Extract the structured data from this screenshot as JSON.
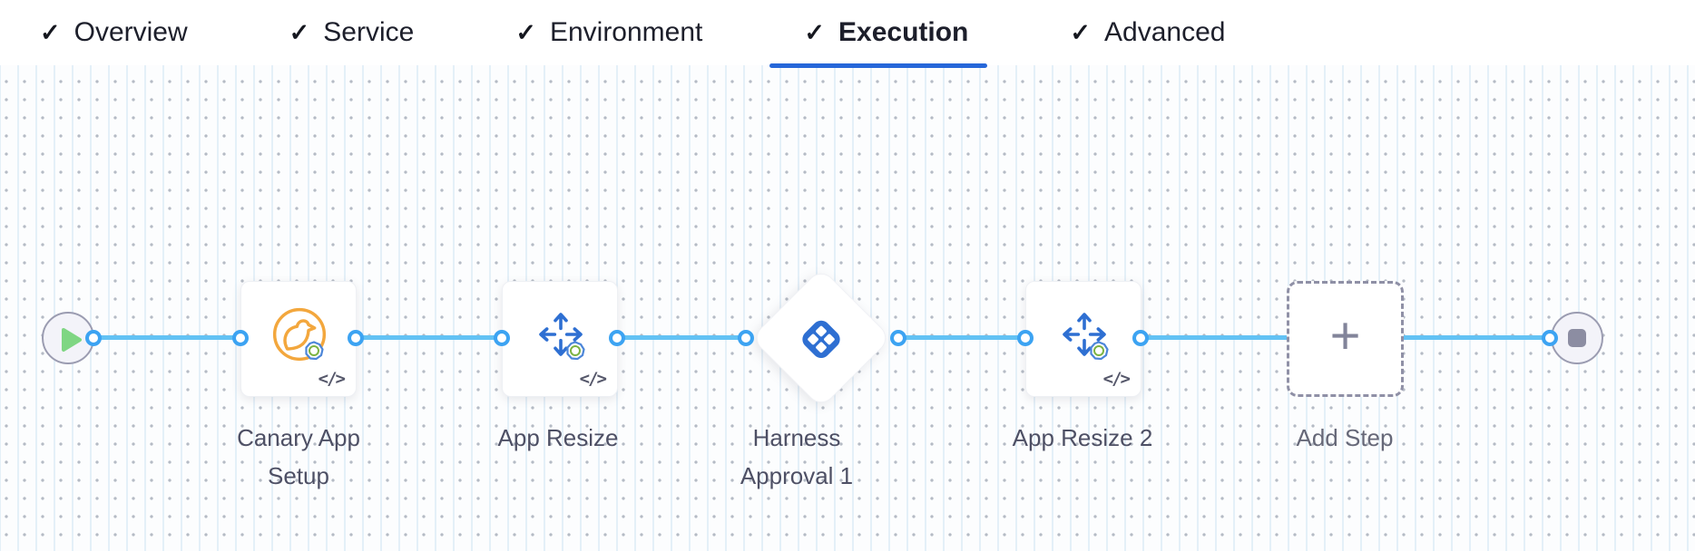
{
  "header": {
    "tabs": [
      {
        "label": "Overview",
        "checked": true,
        "active": false
      },
      {
        "label": "Service",
        "checked": true,
        "active": false
      },
      {
        "label": "Environment",
        "checked": true,
        "active": false
      },
      {
        "label": "Execution",
        "checked": true,
        "active": true
      },
      {
        "label": "Advanced",
        "checked": true,
        "active": false
      }
    ],
    "active_tab": "Execution"
  },
  "icons": {
    "check": "✓",
    "plus": "+",
    "code": "</>"
  },
  "pipeline": {
    "steps": {
      "canary": {
        "label": "Canary App Setup"
      },
      "resize": {
        "label": "App Resize"
      },
      "approval": {
        "label": "Harness Approval 1"
      },
      "resize2": {
        "label": "App Resize 2"
      },
      "add_step": {
        "label": "Add Step"
      }
    }
  },
  "colors": {
    "tab_text": "#1d1f2b",
    "active_underline": "#2667d9",
    "edge_blue": "#63c2f4",
    "port_blue": "#3ca3f2",
    "step_icon_blue": "#2e6fd2",
    "canary_orange": "#f3a73d",
    "start_green": "#7fd683",
    "stop_gray": "#8c8da2",
    "node_label": "#4e5065",
    "grid_dot": "#b5bbc5"
  }
}
